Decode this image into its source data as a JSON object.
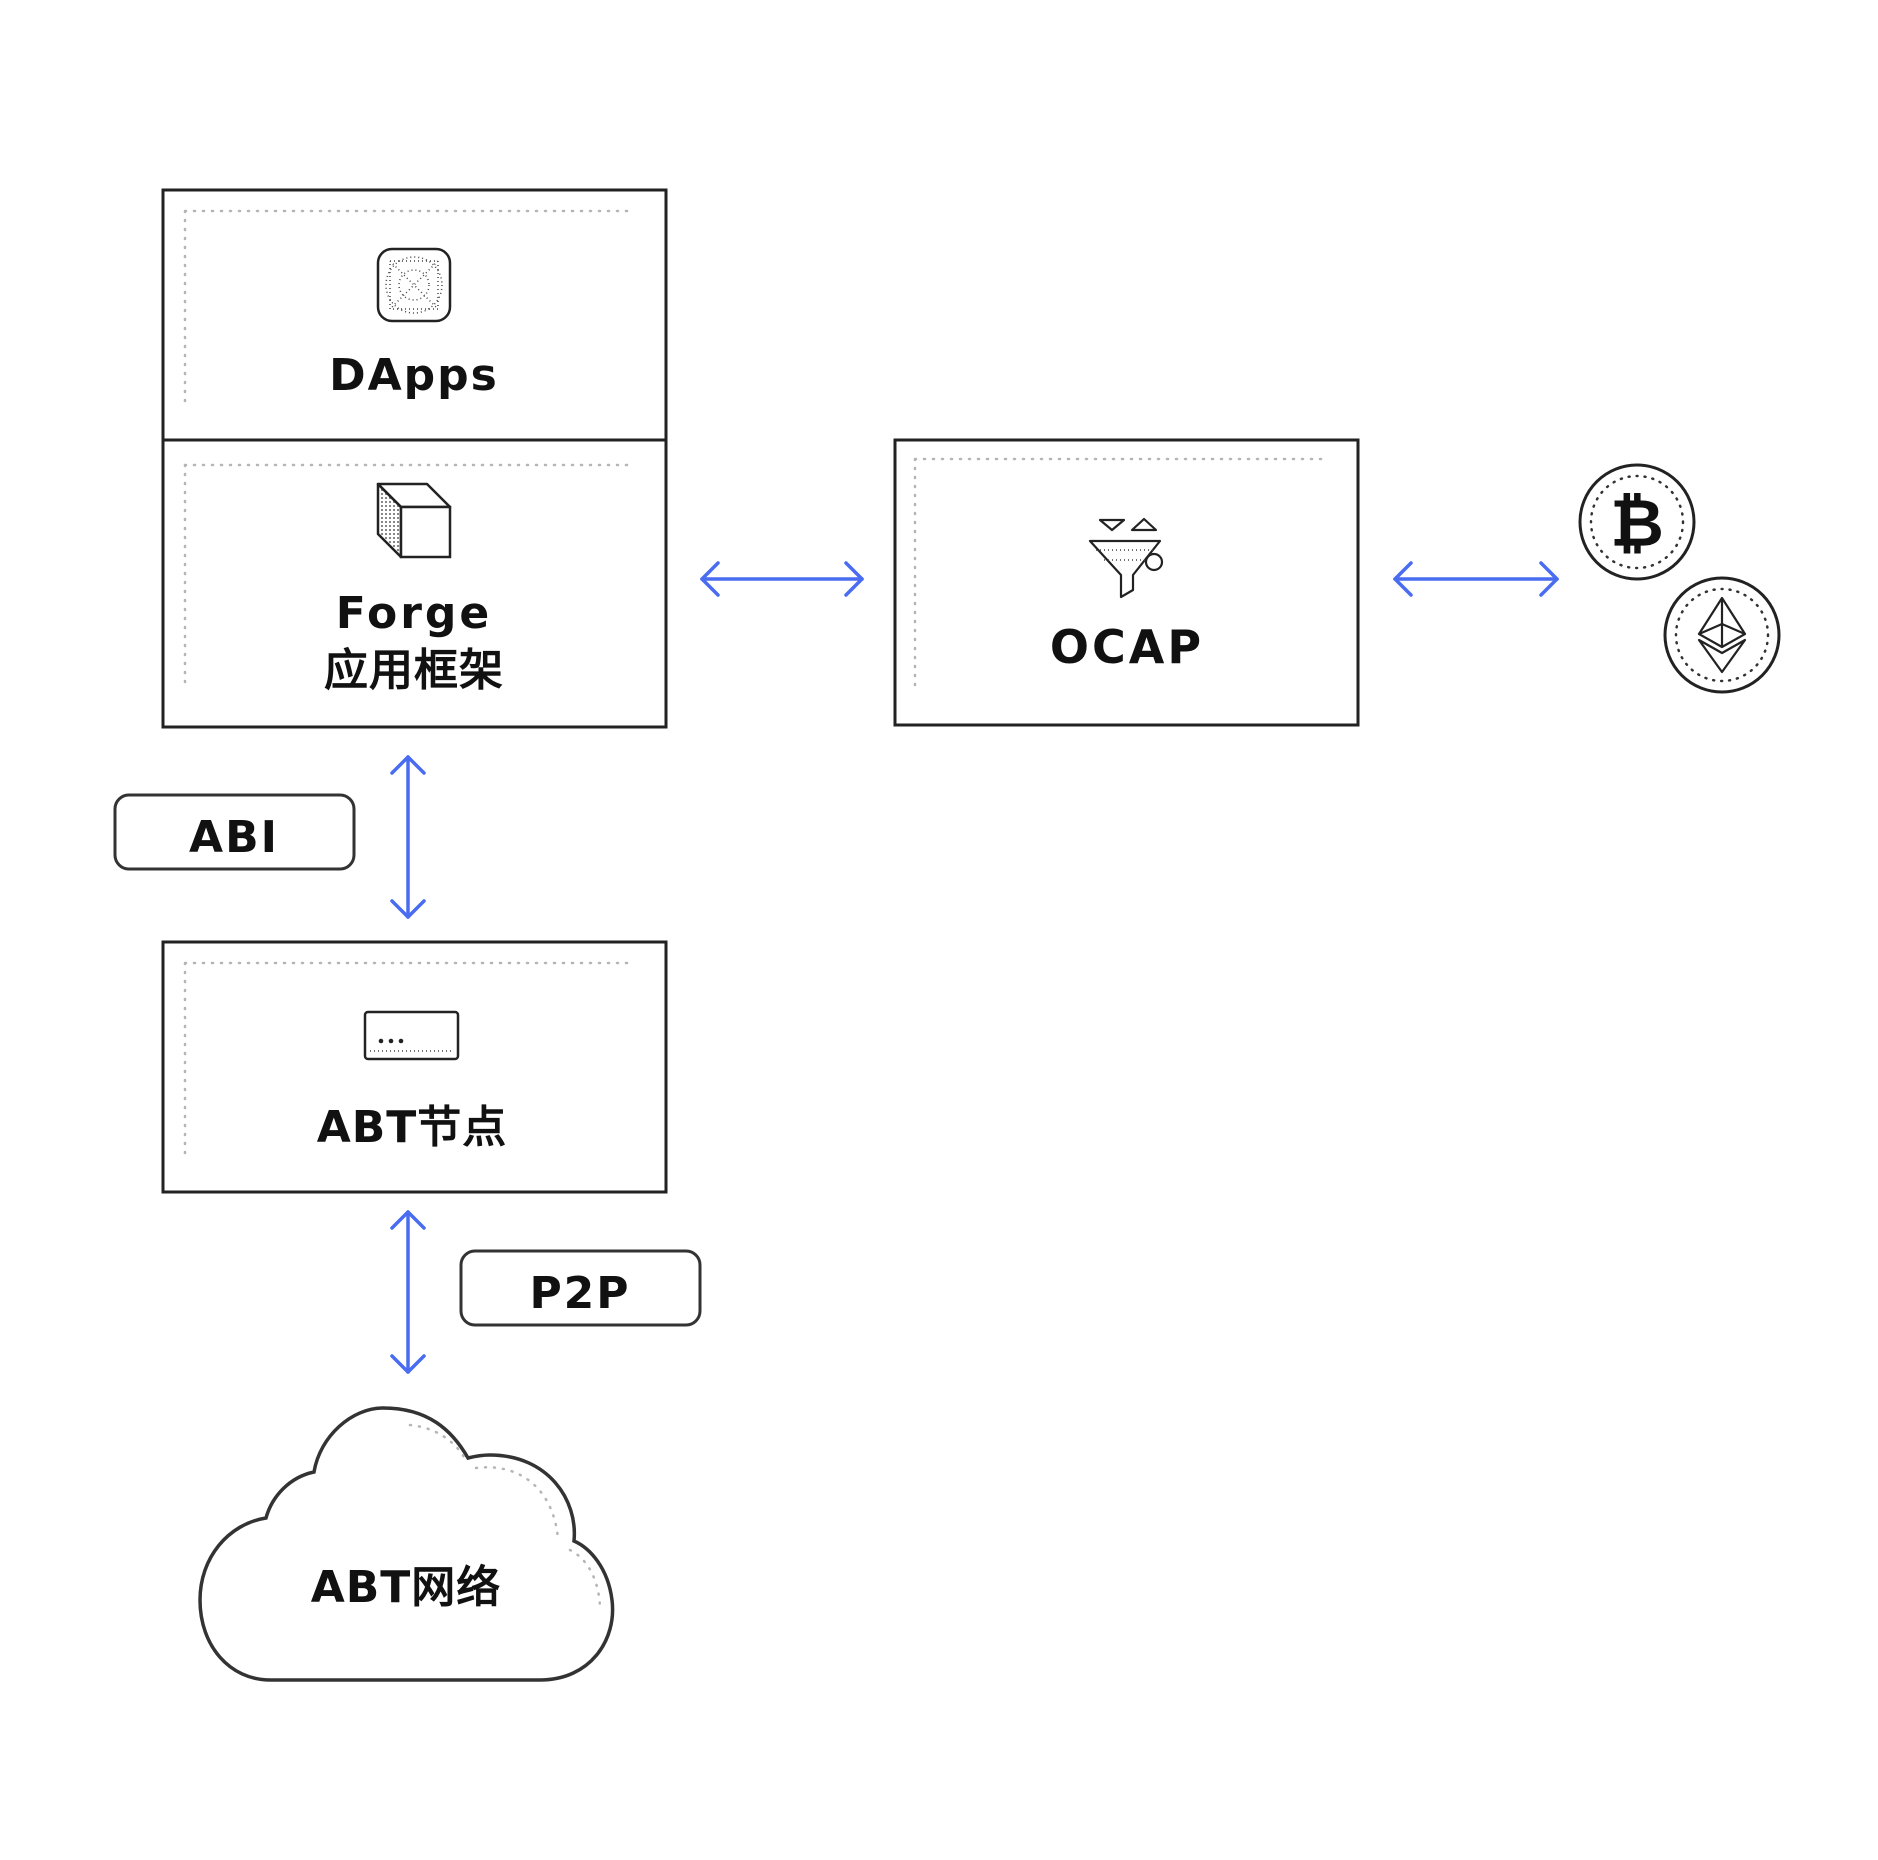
{
  "diagram": {
    "dapps": {
      "label": "DApps"
    },
    "forge": {
      "label_line1": "Forge",
      "label_line2": "应用框架"
    },
    "ocap": {
      "label": "OCAP"
    },
    "abt_node": {
      "label": "ABT节点"
    },
    "abi_tag": {
      "label": "ABI"
    },
    "p2p_tag": {
      "label": "P2P"
    },
    "abt_network": {
      "label": "ABT网络"
    },
    "bitcoin_coin": {
      "symbol": "₿",
      "icon": "bitcoin-icon"
    },
    "ethereum_coin": {
      "icon": "ethereum-icon"
    },
    "icons": {
      "dapps": "app-icon",
      "forge": "cube-icon",
      "ocap": "funnel-icon",
      "abt_node": "terminal-icon"
    },
    "colors": {
      "connector": "#4a6cf0",
      "stroke": "#222222",
      "dots": "#b5b5b5"
    }
  }
}
